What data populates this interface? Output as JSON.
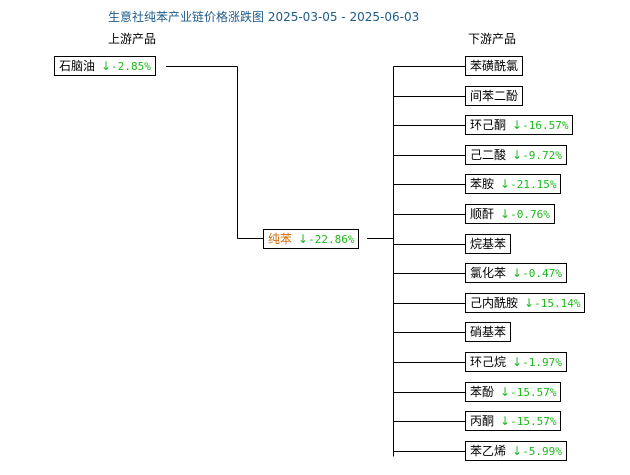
{
  "title": "生意社纯苯产业链价格涨跌图 2025-03-05 - 2025-06-03",
  "headers": {
    "upstream": "上游产品",
    "downstream": "下游产品"
  },
  "upstream": [
    {
      "name": "石脑油",
      "change": "-2.85%",
      "dir": "down"
    }
  ],
  "center": {
    "name": "纯苯",
    "change": "-22.86%",
    "dir": "down"
  },
  "downstream": [
    {
      "name": "苯磺酰氯",
      "change": "",
      "dir": ""
    },
    {
      "name": "间苯二酚",
      "change": "",
      "dir": ""
    },
    {
      "name": "环己酮",
      "change": "-16.57%",
      "dir": "down"
    },
    {
      "name": "己二酸",
      "change": "-9.72%",
      "dir": "down"
    },
    {
      "name": "苯胺",
      "change": "-21.15%",
      "dir": "down"
    },
    {
      "name": "顺酐",
      "change": "-0.76%",
      "dir": "down"
    },
    {
      "name": "烷基苯",
      "change": "",
      "dir": ""
    },
    {
      "name": "氯化苯",
      "change": "-0.47%",
      "dir": "down"
    },
    {
      "name": "己内酰胺",
      "change": "-15.14%",
      "dir": "down"
    },
    {
      "name": "硝基苯",
      "change": "",
      "dir": ""
    },
    {
      "name": "环己烷",
      "change": "-1.97%",
      "dir": "down"
    },
    {
      "name": "苯酚",
      "change": "-15.57%",
      "dir": "down"
    },
    {
      "name": "丙酮",
      "change": "-15.57%",
      "dir": "down"
    },
    {
      "name": "苯乙烯",
      "change": "-5.99%",
      "dir": "down"
    }
  ],
  "colors": {
    "down": "#1db81d",
    "center_text": "#d46b08",
    "title": "#1f5c8a"
  }
}
